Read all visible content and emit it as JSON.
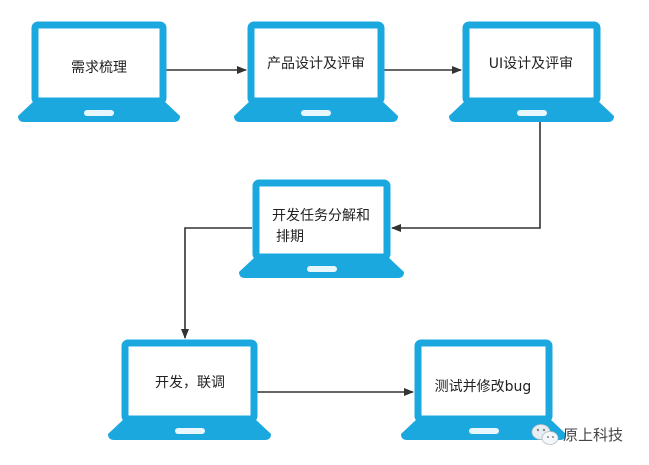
{
  "nodes": [
    {
      "label": "需求梳理"
    },
    {
      "label": "产品设计及评审"
    },
    {
      "label": "UI设计及评审"
    },
    {
      "lines": [
        "开发任务分解和",
        "排期"
      ]
    },
    {
      "label": "开发，联调"
    },
    {
      "label": "测试并修改bug"
    }
  ],
  "watermark": {
    "text": "原上科技",
    "icon": "wechat-icon"
  },
  "colors": {
    "laptop": "#1aa8df",
    "arrow": "#333333"
  }
}
